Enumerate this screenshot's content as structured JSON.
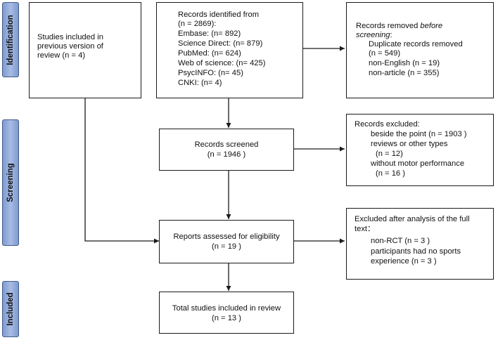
{
  "phases": {
    "identification": "Identification",
    "screening": "Screening",
    "included": "Included"
  },
  "previous_studies": [
    "Studies included in",
    "previous version of",
    "review (n = 4)"
  ],
  "records_identified": {
    "title": "Records identified from",
    "total": "(n = 2869):",
    "sources": [
      "Embase: (n= 892)",
      "Science Direct: (n= 879)",
      "PubMed: (n= 624)",
      "Web of science: (n= 425)",
      "PsycINFO: (n= 45)",
      "CNKI: (n= 4)"
    ]
  },
  "records_removed": {
    "title_prefix": "Records removed ",
    "title_emphasis": "before",
    "title_end": "screening",
    "title_colon": ":",
    "items": [
      "Duplicate records removed",
      "(n = 549)",
      "non-English (n = 19)",
      "non-article (n = 355)"
    ]
  },
  "records_screened": {
    "label": "Records screened",
    "count": "(n = 1946 )"
  },
  "records_excluded": {
    "title": "Records excluded:",
    "items": [
      "beside the point (n = 1903 )",
      "reviews or other types",
      "(n = 12)",
      "without motor performance",
      "(n = 16 )"
    ]
  },
  "reports_assessed": {
    "label": "Reports assessed for eligibility",
    "count": "(n = 19 )"
  },
  "excluded_full_text": {
    "title_line1": "Excluded after analysis of the full",
    "title_line2": "text：",
    "items": [
      "non-RCT (n = 3 )",
      "participants had no sports",
      "experience (n = 3 )"
    ]
  },
  "total_included": {
    "label": "Total studies included in review",
    "count": "(n = 13 )"
  }
}
